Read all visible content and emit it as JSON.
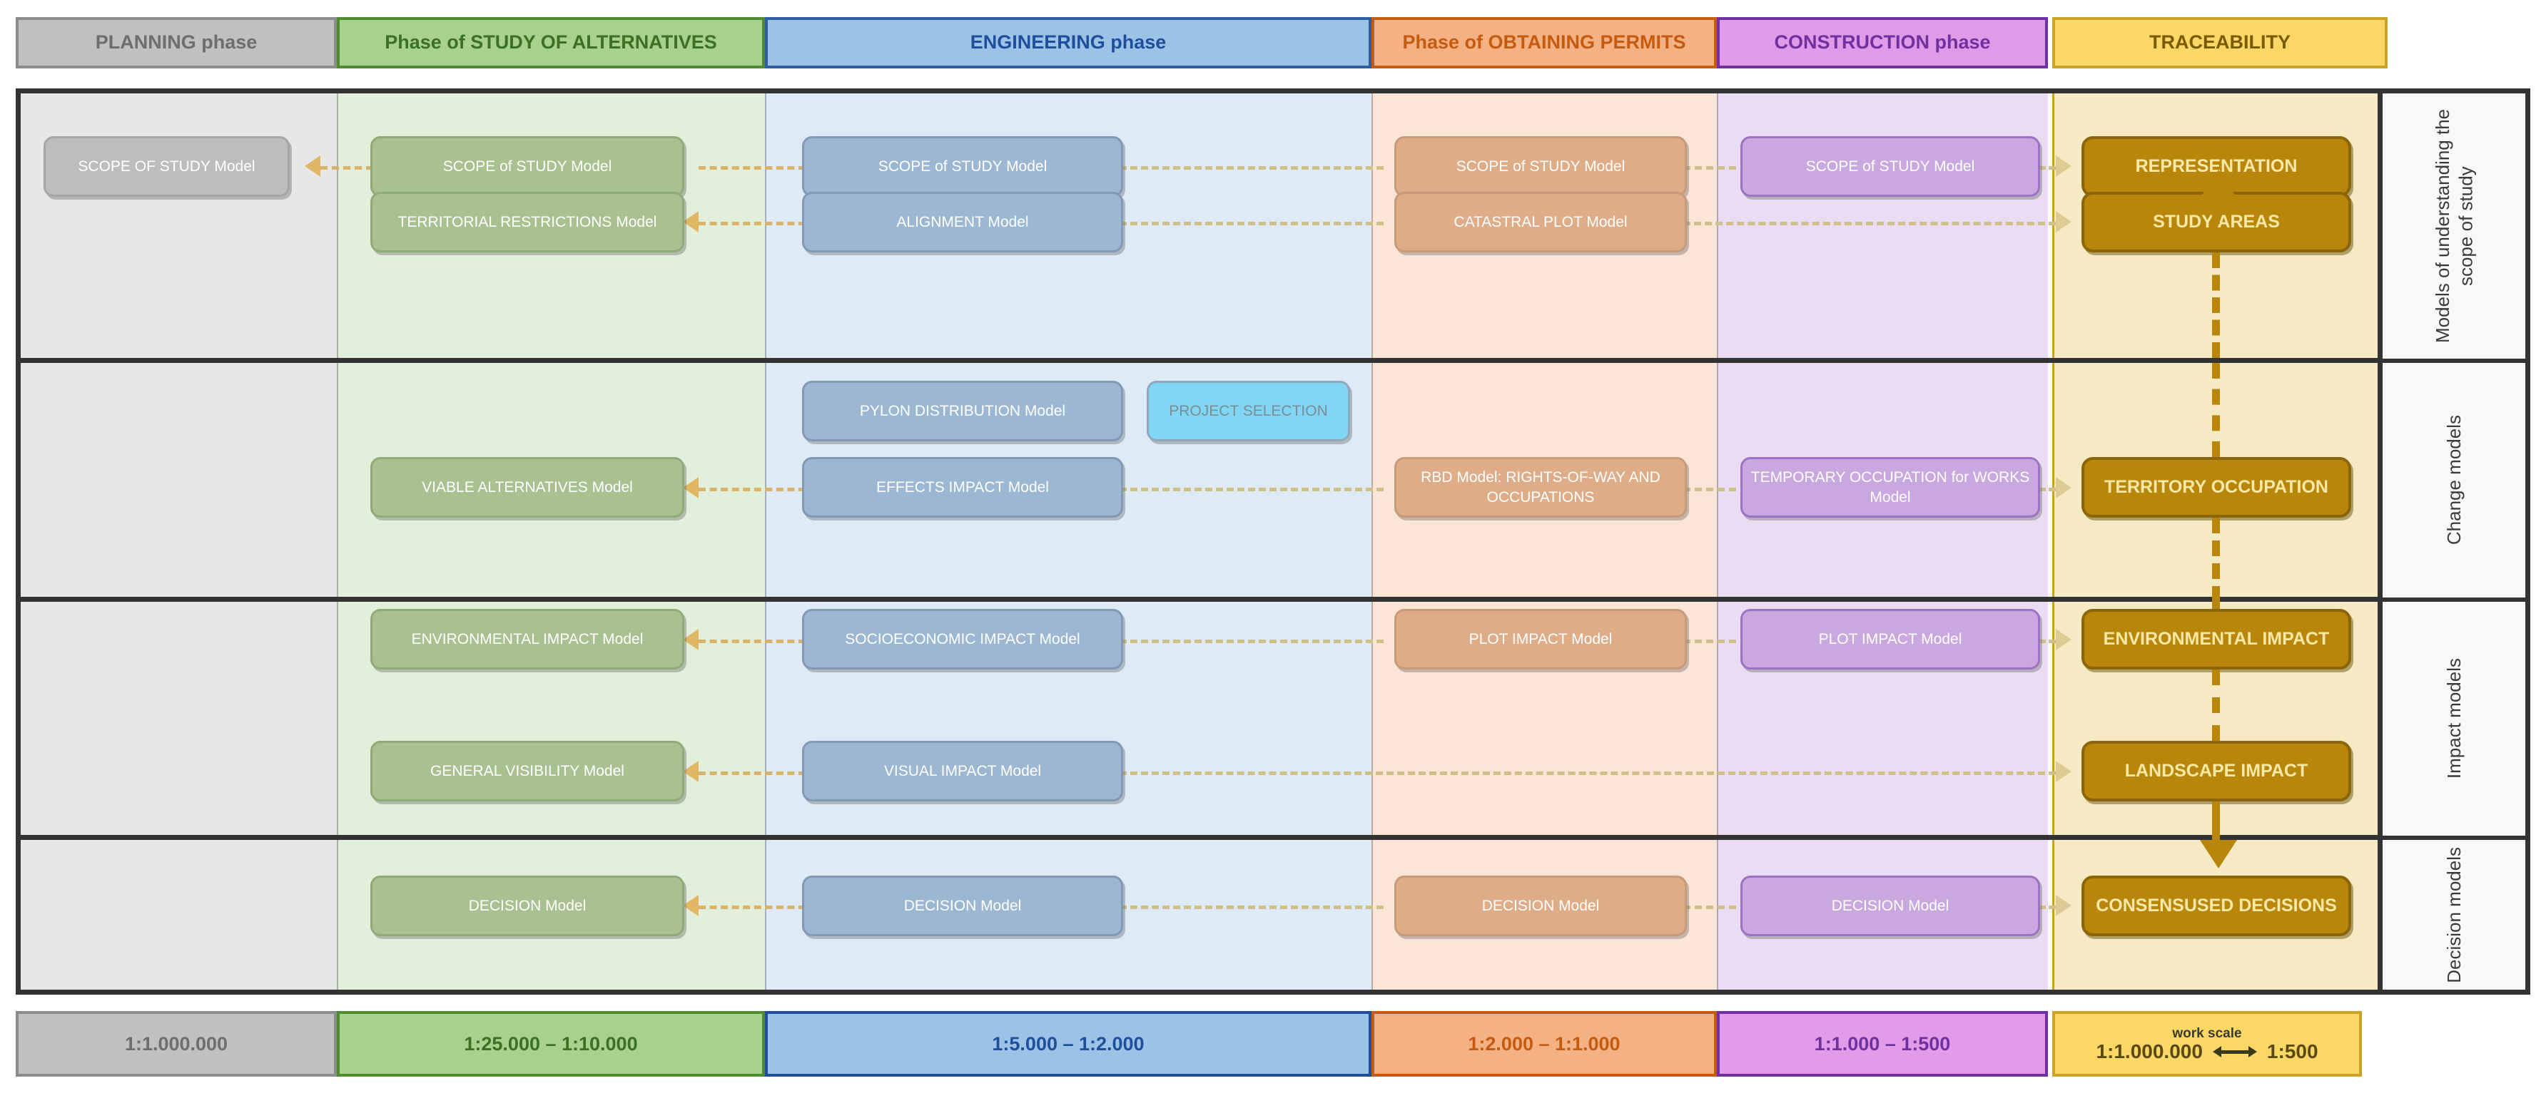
{
  "columns": [
    {
      "key": "planning",
      "title": "PLANNING phase",
      "header_bg": "#C0C0C0",
      "header_border": "#8C8C8C",
      "header_fg": "#6E6E6E",
      "body_bg": "#E7E7E7",
      "box_bg": "#BDBDBD",
      "box_border": "#A6A6A6",
      "scale": "1:1.000.000",
      "scale_bg": "#C0C0C0",
      "scale_border": "#8C8C8C",
      "scale_fg": "#6E6E6E"
    },
    {
      "key": "alternatives",
      "title": "Phase of STUDY OF ALTERNATIVES",
      "header_bg": "#A9D18E",
      "header_border": "#4E8A31",
      "header_fg": "#3C7022",
      "body_bg": "#E2EFDA",
      "box_bg": "#A9C191",
      "box_border": "#8FAC78",
      "scale": "1:25.000 – 1:10.000",
      "scale_bg": "#A9D18E",
      "scale_border": "#4E8A31",
      "scale_fg": "#3C7022"
    },
    {
      "key": "engineering",
      "title": "ENGINEERING phase",
      "header_bg": "#9CC3E5",
      "header_border": "#2E5FA3",
      "header_fg": "#1F4E9C",
      "body_bg": "#DEEAF6",
      "box_bg": "#9BB7D1",
      "box_border": "#8299B3",
      "scale": "1:5.000 – 1:2.000",
      "scale_bg": "#9CC3E5",
      "scale_border": "#1F4E9C",
      "scale_fg": "#1F4E9C"
    },
    {
      "key": "permits",
      "title": "Phase of OBTAINING PERMITS",
      "header_bg": "#F4B183",
      "header_border": "#C55A11",
      "header_fg": "#C55A11",
      "body_bg": "#FBE5D6",
      "box_bg": "#DFAC88",
      "box_border": "#C79A79",
      "scale": "1:2.000 – 1:1.000",
      "scale_bg": "#F4B183",
      "scale_border": "#C55A11",
      "scale_fg": "#C55A11"
    },
    {
      "key": "construction",
      "title": "CONSTRUCTION phase",
      "header_bg": "#DF9BE8",
      "header_border": "#7030A0",
      "header_fg": "#7030A0",
      "body_bg": "#EADCF2",
      "box_bg": "#C9A8DF",
      "box_border": "#9E72C3",
      "scale": "1:1.000 – 1:500",
      "scale_bg": "#E29BE8",
      "scale_border": "#7030A0",
      "scale_fg": "#7030A0"
    },
    {
      "key": "traceability",
      "title": "TRACEABILITY",
      "header_bg": "#FBD765",
      "header_border": "#C9A227",
      "header_fg": "#7A5C00",
      "body_bg": "#F5EAC4",
      "box_bg": "#B8860B",
      "box_border": "#8C6508",
      "scale": "",
      "scale_bg": "#FBD765",
      "scale_border": "#C9A227",
      "scale_fg": "#5a4a12"
    }
  ],
  "row_labels": [
    "Models of understanding the scope of study",
    "Change models",
    "Impact models",
    "Decision models"
  ],
  "boxes": {
    "r1": {
      "planning": [
        "SCOPE OF STUDY Model"
      ],
      "alternatives": [
        "SCOPE of STUDY Model",
        "TERRITORIAL RESTRICTIONS Model"
      ],
      "engineering": [
        "SCOPE of STUDY Model",
        "ALIGNMENT Model"
      ],
      "permits": [
        "SCOPE of STUDY Model",
        "CATASTRAL PLOT Model"
      ],
      "construction": [
        "SCOPE of STUDY Model"
      ],
      "traceability": [
        "REPRESENTATION",
        "STUDY AREAS"
      ]
    },
    "r2": {
      "alternatives": [
        "VIABLE ALTERNATIVES Model"
      ],
      "engineering": [
        "PYLON DISTRIBUTION Model",
        "PROJECT SELECTION",
        "EFFECTS IMPACT Model"
      ],
      "permits": [
        "RBD Model: RIGHTS-OF-WAY AND OCCUPATIONS"
      ],
      "construction": [
        "TEMPORARY OCCUPATION for WORKS Model"
      ],
      "traceability": [
        "TERRITORY OCCUPATION"
      ]
    },
    "r3": {
      "alternatives": [
        "ENVIRONMENTAL IMPACT Model",
        "GENERAL VISIBILITY Model"
      ],
      "engineering": [
        "SOCIOECONOMIC IMPACT Model",
        "VISUAL IMPACT Model"
      ],
      "permits": [
        "PLOT IMPACT Model"
      ],
      "construction": [
        "PLOT IMPACT Model"
      ],
      "traceability": [
        "ENVIRONMENTAL IMPACT",
        "LANDSCAPE IMPACT"
      ]
    },
    "r4": {
      "alternatives": [
        "DECISION Model"
      ],
      "engineering": [
        "DECISION Model"
      ],
      "permits": [
        "DECISION Model"
      ],
      "construction": [
        "DECISION Model"
      ],
      "traceability": [
        "CONSENSUSED DECISIONS"
      ]
    }
  },
  "work_scale": {
    "label": "work scale",
    "from": "1:1.000.000",
    "to": "1:500"
  },
  "accents": {
    "connector": "#D9B36A",
    "connector_pale": "#CFC087",
    "spine": "#B8860B",
    "project_selection_bg": "#7FD7F5",
    "project_selection_border": "#8FA8BC",
    "frame": "#333333"
  }
}
